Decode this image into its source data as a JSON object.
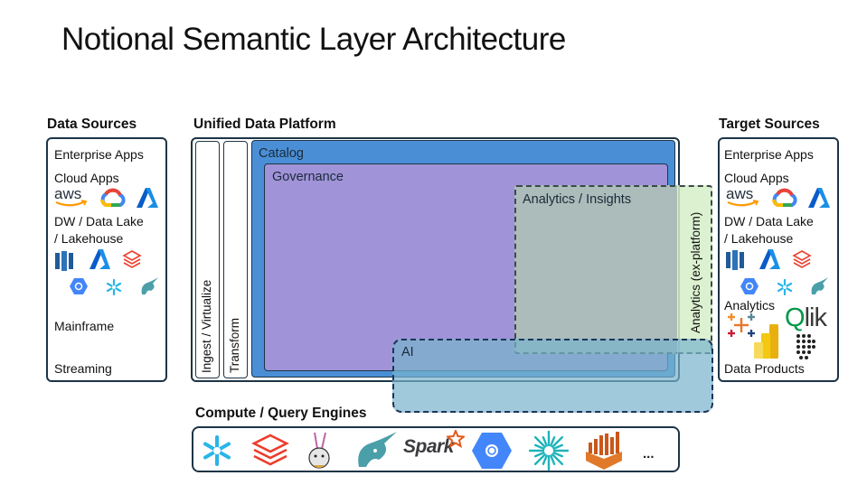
{
  "title": "Notional Semantic Layer Architecture",
  "data_sources": {
    "heading": "Data Sources",
    "items": [
      "Enterprise Apps",
      "Cloud Apps",
      "DW / Data Lake",
      "/ Lakehouse",
      "Mainframe",
      "Streaming"
    ],
    "cloud_icons": [
      "aws-icon",
      "google-cloud-icon",
      "azure-icon"
    ],
    "dw_icons": [
      "redshift-icon",
      "azure-icon",
      "databricks-icon",
      "bigquery-icon",
      "snowflake-icon",
      "trino-icon"
    ]
  },
  "platform": {
    "heading": "Unified Data Platform",
    "ingest": "Ingest / Virtualize",
    "transform": "Transform",
    "catalog": "Catalog",
    "governance": "Governance",
    "analytics_insights": "Analytics / Insights",
    "analytics_ex": "Analytics (ex-platform)",
    "ai": "AI"
  },
  "target_sources": {
    "heading": "Target Sources",
    "items": [
      "Enterprise Apps",
      "Cloud Apps",
      "DW / Data Lake",
      "/ Lakehouse",
      "Analytics",
      "Data Products"
    ],
    "analytics_icons": [
      "tableau-icon",
      "power-bi-icon",
      "qlik-icon",
      "dots-grid-icon"
    ],
    "qlik": "Qlik"
  },
  "compute": {
    "heading": "Compute / Query Engines",
    "engines": [
      "snowflake-icon",
      "databricks-icon",
      "dremio-icon",
      "trino-icon",
      "spark-icon",
      "bigquery-icon",
      "starburst-icon",
      "athena-icon"
    ],
    "spark_label": "Spark",
    "more": "..."
  },
  "colors": {
    "border": "#1d3446",
    "catalog": "#4a8fd6",
    "governance": "#a093d8",
    "analytics_insights": "#aab9b8",
    "analytics_ex": "#ddf0cf",
    "ai": "#6d9cc6",
    "ai_outside": "#9ec9d8"
  }
}
